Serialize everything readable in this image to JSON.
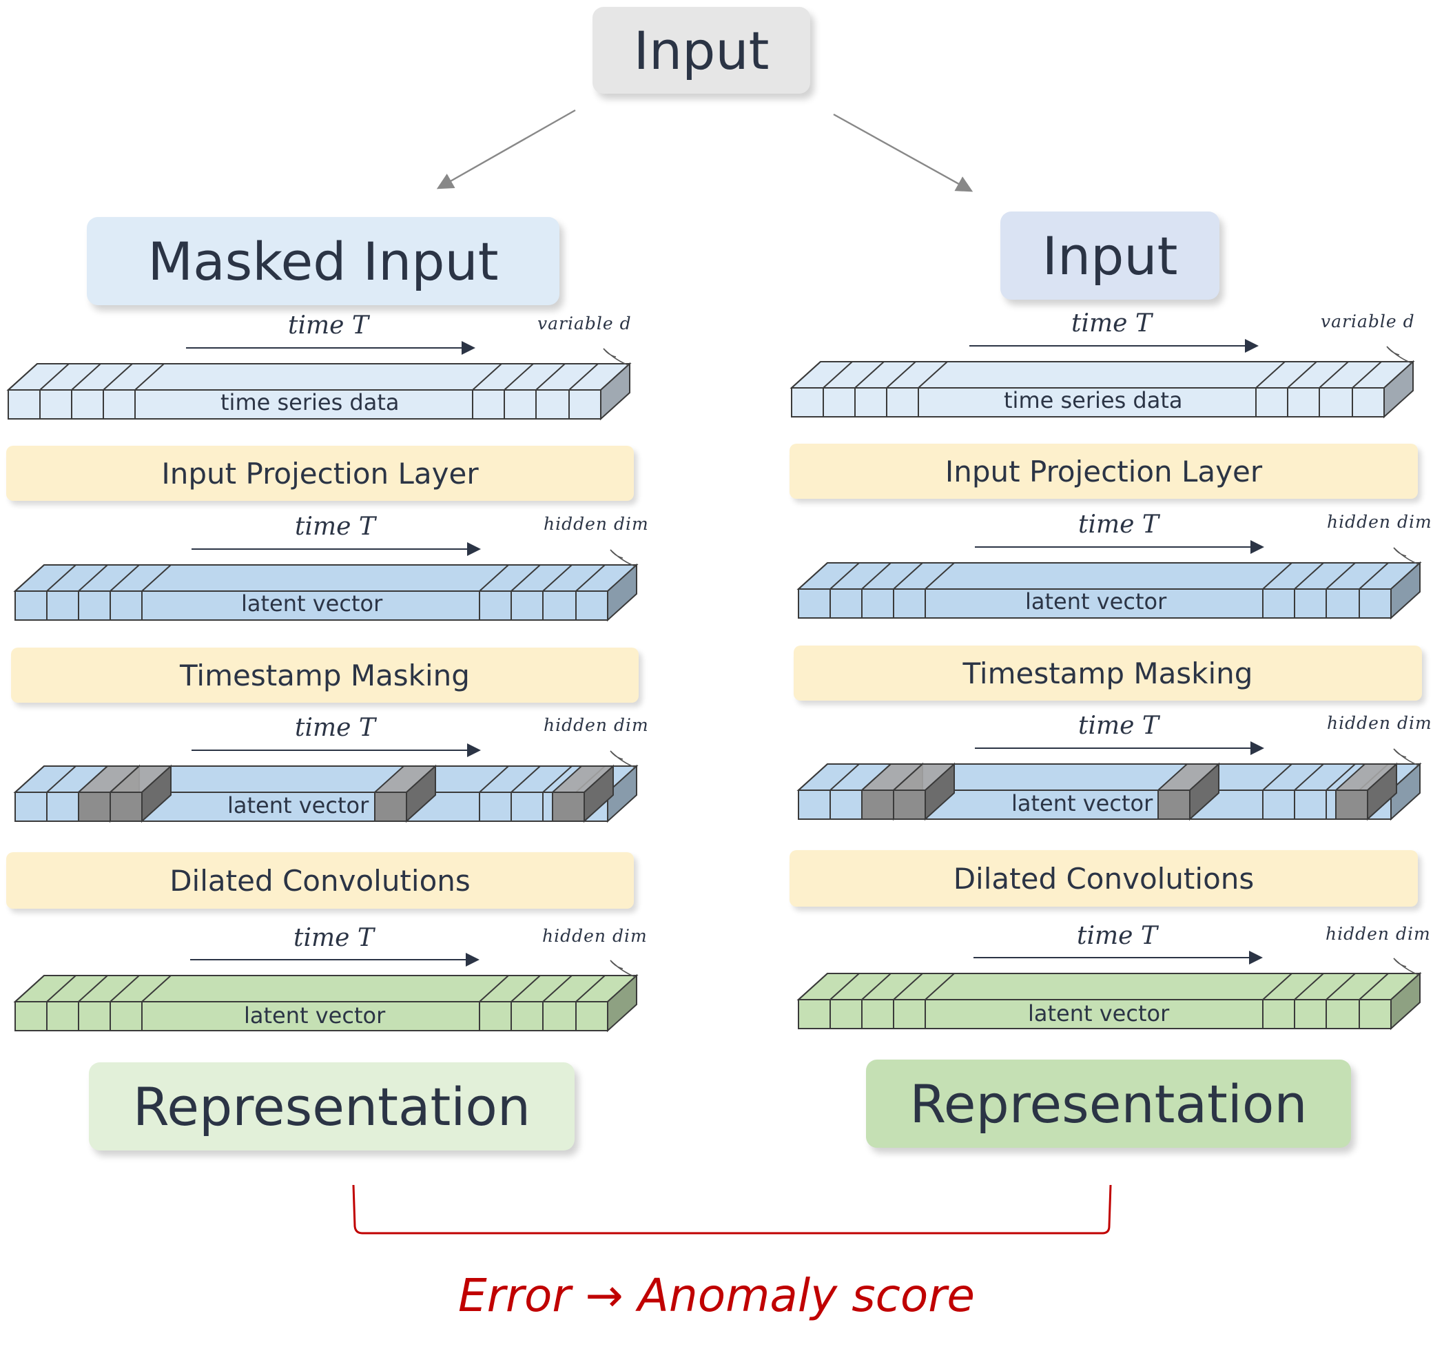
{
  "top_input": "Input",
  "colors": {
    "text": "#2b3445",
    "input_box": "#e6e6e6",
    "masked_input_box": "#deebf7",
    "input_box_right": "#dae3f3",
    "layer_box": "#fdf0cc",
    "representation_left": "#e2f0d9",
    "representation_right": "#c5e0b4",
    "data_bar": "#deebf7",
    "latent_bar": "#bdd7ee",
    "masked_cell": "#a6a6a6",
    "output_bar": "#c5e0b4",
    "error": "#c00000"
  },
  "columns": [
    {
      "head": "Masked Input",
      "representation": "Representation",
      "layers": [
        "Input Projection Layer",
        "Timestamp Masking",
        "Dilated Convolutions"
      ],
      "bars": [
        {
          "time": "time T",
          "dim": "variable d",
          "label": "time series data"
        },
        {
          "time": "time T",
          "dim": "hidden dim",
          "label": "latent vector"
        },
        {
          "time": "time T",
          "dim": "hidden dim",
          "label": "latent vector"
        },
        {
          "time": "time T",
          "dim": "hidden dim",
          "label": "latent vector"
        }
      ]
    },
    {
      "head": "Input",
      "representation": "Representation",
      "layers": [
        "Input Projection Layer",
        "Timestamp Masking",
        "Dilated Convolutions"
      ],
      "bars": [
        {
          "time": "time T",
          "dim": "variable d",
          "label": "time series data"
        },
        {
          "time": "time T",
          "dim": "hidden dim",
          "label": "latent vector"
        },
        {
          "time": "time T",
          "dim": "hidden dim",
          "label": "latent vector"
        },
        {
          "time": "time T",
          "dim": "hidden dim",
          "label": "latent vector"
        }
      ]
    }
  ],
  "error_text": "Error → Anomaly score"
}
